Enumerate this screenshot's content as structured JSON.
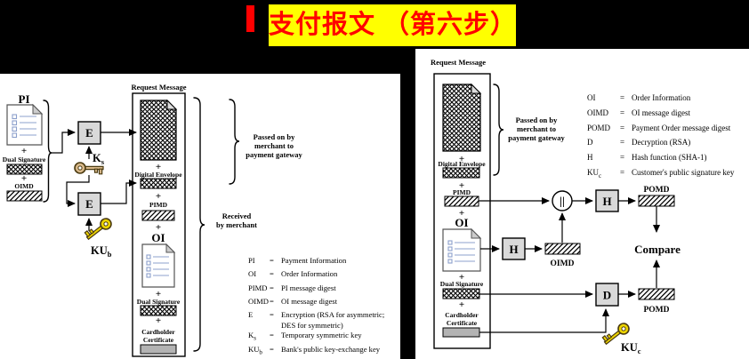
{
  "title": "支付报文 （第六步）",
  "colors": {
    "page_bg": "#000000",
    "panel_bg": "#ffffff",
    "title_bg": "#ffff00",
    "title_fg": "#ff0000",
    "process_box_fill": "#d9d9d9",
    "certificate_fill": "#b3b3b3",
    "symmetric_key": "#d9b98a",
    "gold_key": "#eed500",
    "doc_line_blue": "#8ca0cc"
  },
  "left": {
    "plus": "+",
    "pi_label": "PI",
    "dual_signature_label": "Dual Signature",
    "oimd_label": "OIMD",
    "e_top": "E",
    "e_bottom": "E",
    "ks": {
      "base": "K",
      "sub": "s"
    },
    "kub": {
      "base": "KU",
      "sub": "b"
    },
    "request_message": "Request Message",
    "stack": {
      "digital_envelope": "Digital Envelope",
      "pimd": "PIMD",
      "oi": "OI",
      "dual_signature": "Dual Signature",
      "cardholder": "Cardholder",
      "certificate": "Certificate"
    },
    "brace_passed": [
      "Passed on by",
      "merchant to",
      "payment gateway"
    ],
    "brace_received": [
      "Received",
      "by merchant"
    ],
    "legend": [
      {
        "t": "PI",
        "s": "",
        "eq": "=",
        "d": "Payment Information",
        "d2": ""
      },
      {
        "t": "OI",
        "s": "",
        "eq": "=",
        "d": "Order Information",
        "d2": ""
      },
      {
        "t": "PIMD",
        "s": "",
        "eq": "=",
        "d": "PI message digest",
        "d2": ""
      },
      {
        "t": "OIMD",
        "s": "",
        "eq": "=",
        "d": "OI message digest",
        "d2": ""
      },
      {
        "t": "E",
        "s": "",
        "eq": "=",
        "d": "Encryption (RSA for asymmetric;",
        "d2": "DES for symmetric)"
      },
      {
        "t": "K",
        "s": "s",
        "eq": "=",
        "d": "Temporary symmetric key",
        "d2": ""
      },
      {
        "t": "KU",
        "s": "b",
        "eq": "=",
        "d": "Bank's public key-exchange key",
        "d2": ""
      }
    ]
  },
  "right": {
    "plus": "+",
    "request_message": "Request Message",
    "stack": {
      "digital_envelope": "Digital Envelope",
      "pimd": "PIMD",
      "oi": "OI",
      "dual_signature": "Dual Signature",
      "cardholder": "Cardholder",
      "certificate": "Certificate"
    },
    "brace_passed": [
      "Passed on by",
      "merchant to",
      "payment gateway"
    ],
    "concat": "||",
    "h1": "H",
    "h2": "H",
    "d": "D",
    "oimd_label": "OIMD",
    "pomd_top": "POMD",
    "pomd_bottom": "POMD",
    "compare": "Compare",
    "kuc": {
      "base": "KU",
      "sub": "c"
    },
    "legend": [
      {
        "t": "OI",
        "s": "",
        "eq": "=",
        "d": "Order Information",
        "d2": ""
      },
      {
        "t": "OIMD",
        "s": "",
        "eq": "=",
        "d": "OI message digest",
        "d2": ""
      },
      {
        "t": "POMD",
        "s": "",
        "eq": "=",
        "d": "Payment Order message digest",
        "d2": ""
      },
      {
        "t": "D",
        "s": "",
        "eq": "=",
        "d": "Decryption (RSA)",
        "d2": ""
      },
      {
        "t": "H",
        "s": "",
        "eq": "=",
        "d": "Hash function (SHA-1)",
        "d2": ""
      },
      {
        "t": "KU",
        "s": "c",
        "eq": "=",
        "d": "Customer's public signature key",
        "d2": ""
      }
    ]
  }
}
